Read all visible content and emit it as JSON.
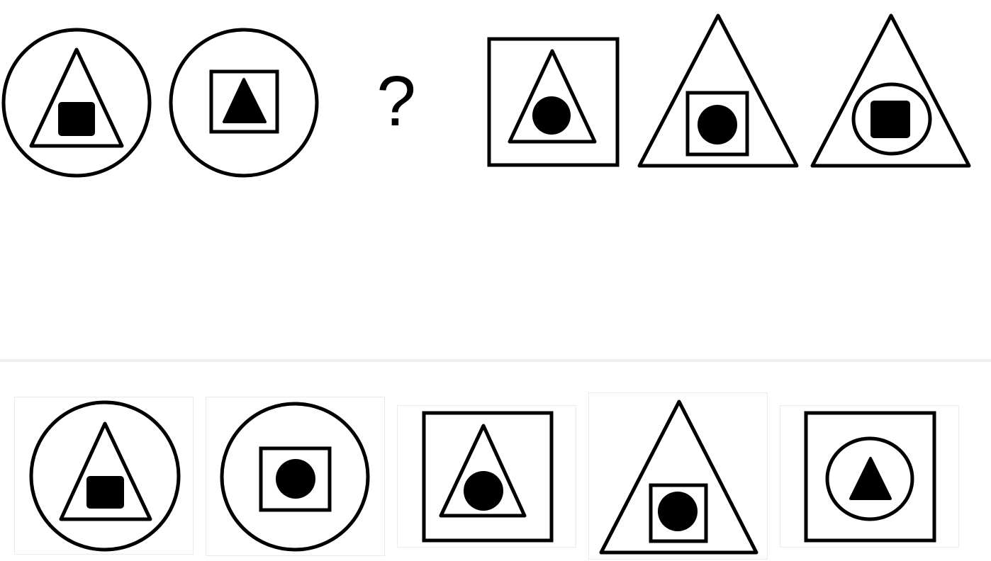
{
  "question": {
    "unknown_marker": "?",
    "sequence": [
      {
        "outer": "circle",
        "middle": "triangle",
        "inner": "filled-square"
      },
      {
        "outer": "circle",
        "middle": "square",
        "inner": "filled-triangle"
      },
      {
        "outer": "unknown"
      },
      {
        "outer": "square",
        "middle": "triangle",
        "inner": "filled-circle"
      },
      {
        "outer": "triangle",
        "middle": "square",
        "inner": "filled-circle"
      },
      {
        "outer": "triangle",
        "middle": "ellipse",
        "inner": "filled-square"
      }
    ]
  },
  "options": [
    {
      "outer": "circle",
      "middle": "triangle",
      "inner": "filled-square"
    },
    {
      "outer": "circle",
      "middle": "square",
      "inner": "filled-circle"
    },
    {
      "outer": "square",
      "middle": "triangle",
      "inner": "filled-circle"
    },
    {
      "outer": "triangle",
      "middle": "square",
      "inner": "filled-circle"
    },
    {
      "outer": "square",
      "middle": "ellipse",
      "inner": "filled-triangle"
    }
  ],
  "colors": {
    "stroke": "#000000",
    "option_border": "#ebebeb",
    "divider": "#eeeeee"
  }
}
